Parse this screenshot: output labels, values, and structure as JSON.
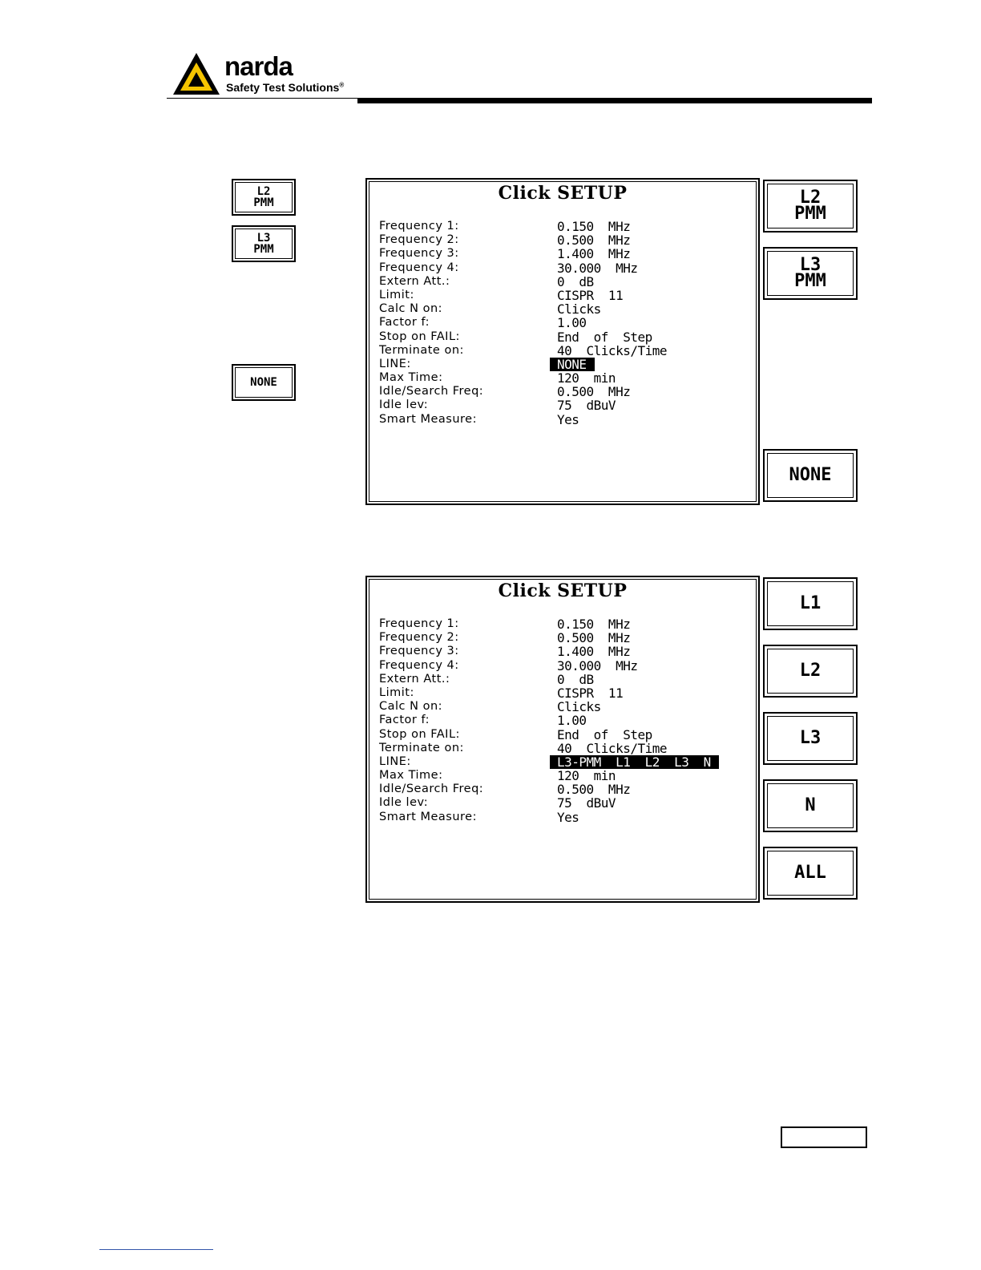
{
  "header": {
    "brand": "narda",
    "tagline": "Safety Test Solutions",
    "trademark": "®",
    "logo_colors": {
      "triangle": "#f5c400",
      "outline": "#000000"
    }
  },
  "side_keys": [
    {
      "label": "L2\nPMM"
    },
    {
      "label": "L3\nPMM"
    },
    {
      "label": "NONE"
    }
  ],
  "screens": [
    {
      "title": "Click SETUP",
      "rows": [
        {
          "label": "Frequency 1:",
          "value": "0.150  MHz"
        },
        {
          "label": "Frequency 2:",
          "value": "0.500  MHz"
        },
        {
          "label": "Frequency 3:",
          "value": "1.400  MHz"
        },
        {
          "label": "Frequency 4:",
          "value": "30.000  MHz"
        },
        {
          "label": "Extern Att.:",
          "value": "0  dB"
        },
        {
          "label": "Limit:",
          "value": "CISPR  11"
        },
        {
          "label": "Calc N on:",
          "value": "Clicks"
        },
        {
          "label": "Factor f:",
          "value": "1.00"
        },
        {
          "label": "Stop on FAIL:",
          "value": "End  of  Step"
        },
        {
          "label": "Terminate on:",
          "value": "40  Clicks/Time"
        },
        {
          "label": "LINE:",
          "value": "NONE",
          "highlighted": true
        },
        {
          "label": "Max Time:",
          "value": "120  min"
        },
        {
          "label": "Idle/Search Freq:",
          "value": "0.500  MHz"
        },
        {
          "label": "Idle lev:",
          "value": "75  dBuV"
        },
        {
          "label": "Smart Measure:",
          "value": "Yes"
        }
      ],
      "softkeys": [
        {
          "label": "L2\nPMM"
        },
        {
          "label": "L3\nPMM"
        },
        {
          "label": "NONE"
        }
      ]
    },
    {
      "title": "Click SETUP",
      "rows": [
        {
          "label": "Frequency 1:",
          "value": "0.150  MHz"
        },
        {
          "label": "Frequency 2:",
          "value": "0.500  MHz"
        },
        {
          "label": "Frequency 3:",
          "value": "1.400  MHz"
        },
        {
          "label": "Frequency 4:",
          "value": "30.000  MHz"
        },
        {
          "label": "Extern Att.:",
          "value": "0  dB"
        },
        {
          "label": "Limit:",
          "value": "CISPR  11"
        },
        {
          "label": "Calc N on:",
          "value": "Clicks"
        },
        {
          "label": "Factor f:",
          "value": "1.00"
        },
        {
          "label": "Stop on FAIL:",
          "value": "End  of  Step"
        },
        {
          "label": "Terminate on:",
          "value": "40  Clicks/Time"
        },
        {
          "label": "LINE:",
          "value": "L3-PMM  L1  L2  L3  N",
          "highlighted": true
        },
        {
          "label": "Max Time:",
          "value": "120  min"
        },
        {
          "label": "Idle/Search Freq:",
          "value": "0.500  MHz"
        },
        {
          "label": "Idle lev:",
          "value": "75  dBuV"
        },
        {
          "label": "Smart Measure:",
          "value": "Yes"
        }
      ],
      "softkeys": [
        {
          "label": "L1"
        },
        {
          "label": "L2"
        },
        {
          "label": "L3"
        },
        {
          "label": "N"
        },
        {
          "label": "ALL"
        }
      ]
    }
  ]
}
